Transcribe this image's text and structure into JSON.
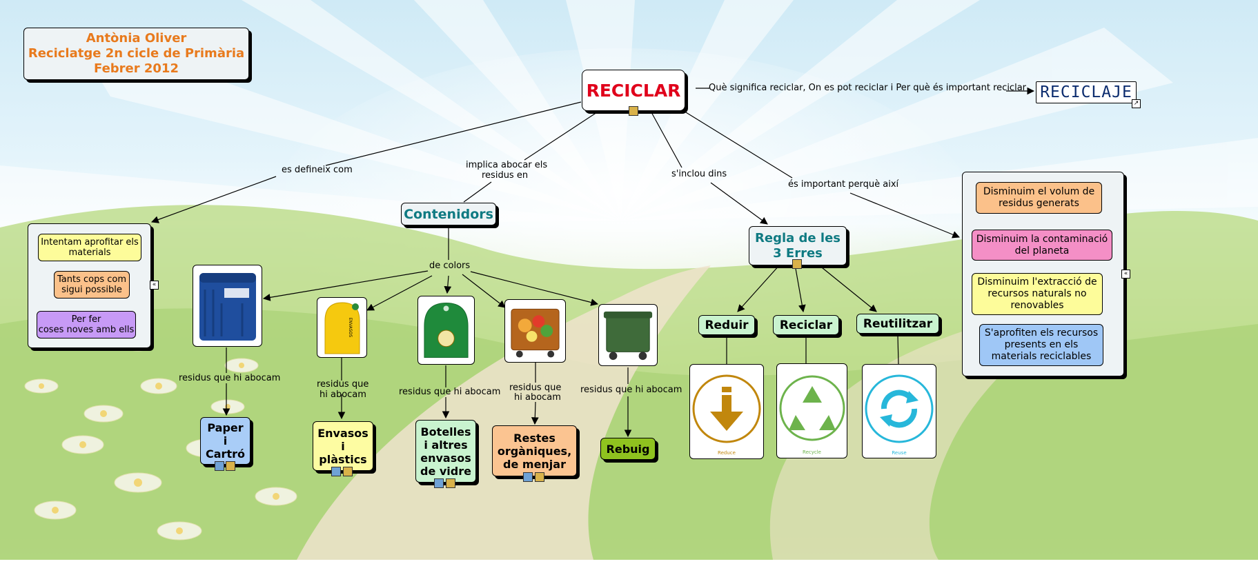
{
  "header": {
    "line1": "Antònia Oliver",
    "line2": "Reciclatge 2n cicle de Primària",
    "line3": "Febrer 2012"
  },
  "root": {
    "title": "RECICLAR"
  },
  "link": {
    "question": "Què significa reciclar, On es pot reciclar i Per què és important reciclar",
    "target": "RECICLAJE"
  },
  "links": {
    "defineix": "es defineix com",
    "implica1": "implica abocar els",
    "implica2": "residus en",
    "inclou": "s'inclou dins",
    "important": "és important perquè així",
    "colors": "de colors",
    "abocam": "residus que hi abocam",
    "abocam_a": "residus que",
    "abocam_b": "hi abocam"
  },
  "definitions": [
    {
      "line1": "Intentam aprofitar els",
      "line2": "materials"
    },
    {
      "line1": "Tants cops com",
      "line2": "sigui possible"
    },
    {
      "line1": "Per fer",
      "line2": "coses noves amb ells"
    }
  ],
  "contenidors": {
    "title": "Contenidors"
  },
  "bins": [
    "Paper i Cartró",
    "Envasos i plàstics",
    "Botelles i altres envasos de vidre",
    "Restes orgàniques, de menjar",
    "Rebuig"
  ],
  "bin_text": {
    "paper": [
      "Paper",
      "i",
      "Cartró"
    ],
    "envasos": [
      "Envasos",
      "i",
      "plàstics"
    ],
    "vidre": [
      "Botelles",
      "i altres",
      "envasos",
      "de vidre"
    ],
    "organic": [
      "Restes",
      "orgàniques,",
      "de menjar"
    ],
    "rebuig": "Rebuig"
  },
  "erres": {
    "title1": "Regla de les",
    "title2": "3 Erres",
    "items": [
      "Reduir",
      "Reciclar",
      "Reutilitzar"
    ]
  },
  "erre_icons": [
    "Reduce",
    "Recycle",
    "Reuse"
  ],
  "benefits": [
    {
      "lines": [
        "Disminuim el volum de",
        "residus generats"
      ]
    },
    {
      "lines": [
        "Disminuim la contaminació",
        "del planeta"
      ]
    },
    {
      "lines": [
        "Disminuim l'extracció de",
        "recursos naturals no",
        "renovables"
      ]
    },
    {
      "lines": [
        "S'aprofiten els recursos",
        "presents en els",
        "materials reciclables"
      ]
    }
  ],
  "colors": {
    "orange": "#e87a1d",
    "red": "#e0001b",
    "teal": "#0f7a82",
    "blue_bin": "#a9cdf7",
    "yellow_bin": "#fdfca2",
    "green_bin": "#c9f3cf",
    "orange_bin": "#fbc491",
    "rebuig": "#8fc21f",
    "yellow_box": "#fdfc9a",
    "orange_box": "#fbc18a",
    "purple_box": "#c79af6",
    "pink_box": "#f48fc6",
    "blue_box": "#9fc7f6"
  }
}
